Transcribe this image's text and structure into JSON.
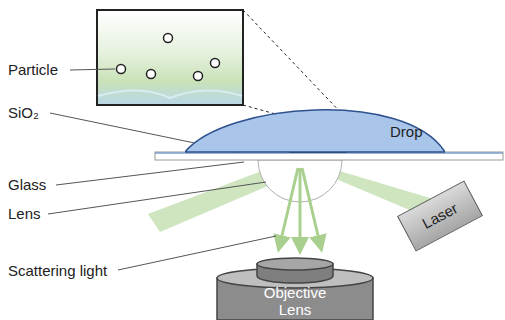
{
  "diagram": {
    "nodes": [
      {
        "text": [
          "Drop"
        ]
      },
      {
        "text": [
          "Laser"
        ]
      },
      {
        "text": [
          "Objective Lens"
        ]
      }
    ],
    "labels": [
      "Particle",
      "SiO₂",
      "Glass",
      "Lens",
      "Scattering light"
    ]
  }
}
